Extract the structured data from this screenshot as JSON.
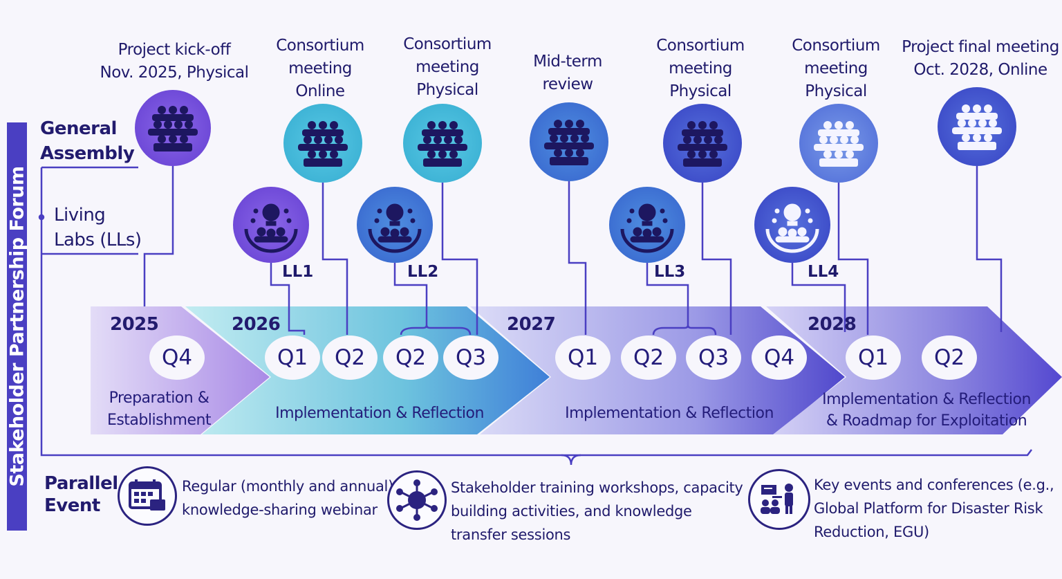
{
  "sidebar": {
    "title": "Stakeholder Partnership Forum"
  },
  "rows": {
    "general_assembly": [
      "General",
      "Assembly"
    ],
    "living_labs": [
      "Living",
      "Labs (LLs)"
    ]
  },
  "general_assembly_events": [
    {
      "lines": [
        "Project kick-off",
        "Nov. 2025, Physical"
      ],
      "icon": "meeting-group-icon"
    },
    {
      "lines": [
        "Consortium",
        "meeting",
        "Online"
      ],
      "icon": "meeting-group-icon"
    },
    {
      "lines": [
        "Consortium",
        "meeting",
        "Physical"
      ],
      "icon": "meeting-group-icon"
    },
    {
      "lines": [
        "Mid-term",
        "review"
      ],
      "icon": "meeting-group-icon"
    },
    {
      "lines": [
        "Consortium",
        "meeting",
        "Physical"
      ],
      "icon": "meeting-group-icon"
    },
    {
      "lines": [
        "Consortium",
        "meeting",
        "Physical"
      ],
      "icon": "meeting-group-icon"
    },
    {
      "lines": [
        "Project final meeting",
        "Oct. 2028, Online"
      ],
      "icon": "meeting-group-icon"
    }
  ],
  "living_labs": [
    {
      "label": "LL1",
      "icon": "lightbulb-people-icon"
    },
    {
      "label": "LL2",
      "icon": "lightbulb-people-icon"
    },
    {
      "label": "LL3",
      "icon": "lightbulb-people-icon"
    },
    {
      "label": "LL4",
      "icon": "lightbulb-people-icon"
    }
  ],
  "phases": [
    {
      "year": "2025",
      "quarters": [
        "Q4"
      ],
      "description": [
        "Preparation &",
        "Establishment"
      ]
    },
    {
      "year": "2026",
      "quarters": [
        "Q1",
        "Q2",
        "Q2",
        "Q3"
      ],
      "description": [
        "Implementation & Reflection"
      ]
    },
    {
      "year": "2027",
      "quarters": [
        "Q1",
        "Q2",
        "Q3",
        "Q4"
      ],
      "description": [
        "Implementation & Reflection"
      ]
    },
    {
      "year": "2028",
      "quarters": [
        "Q1",
        "Q2"
      ],
      "description": [
        "Implementation & Reflection",
        "& Roadmap for Exploitation"
      ]
    }
  ],
  "parallel_event": {
    "title": [
      "Parallel",
      "Event"
    ],
    "items": [
      {
        "icon": "calendar-webinar-icon",
        "lines": [
          "Regular (monthly and annual)",
          "knowledge-sharing webinar"
        ]
      },
      {
        "icon": "network-training-icon",
        "lines": [
          "Stakeholder training workshops, capacity",
          "building activities, and knowledge",
          "transfer sessions"
        ]
      },
      {
        "icon": "presentation-conference-icon",
        "lines": [
          "Key events and conferences (e.g.,",
          "Global Platform for Disaster Risk",
          "Reduction, EGU)"
        ]
      }
    ]
  },
  "colors": {
    "dark": "#1f1a6b",
    "sidebar": "#4a3fc2",
    "line": "#4a3fc2"
  }
}
